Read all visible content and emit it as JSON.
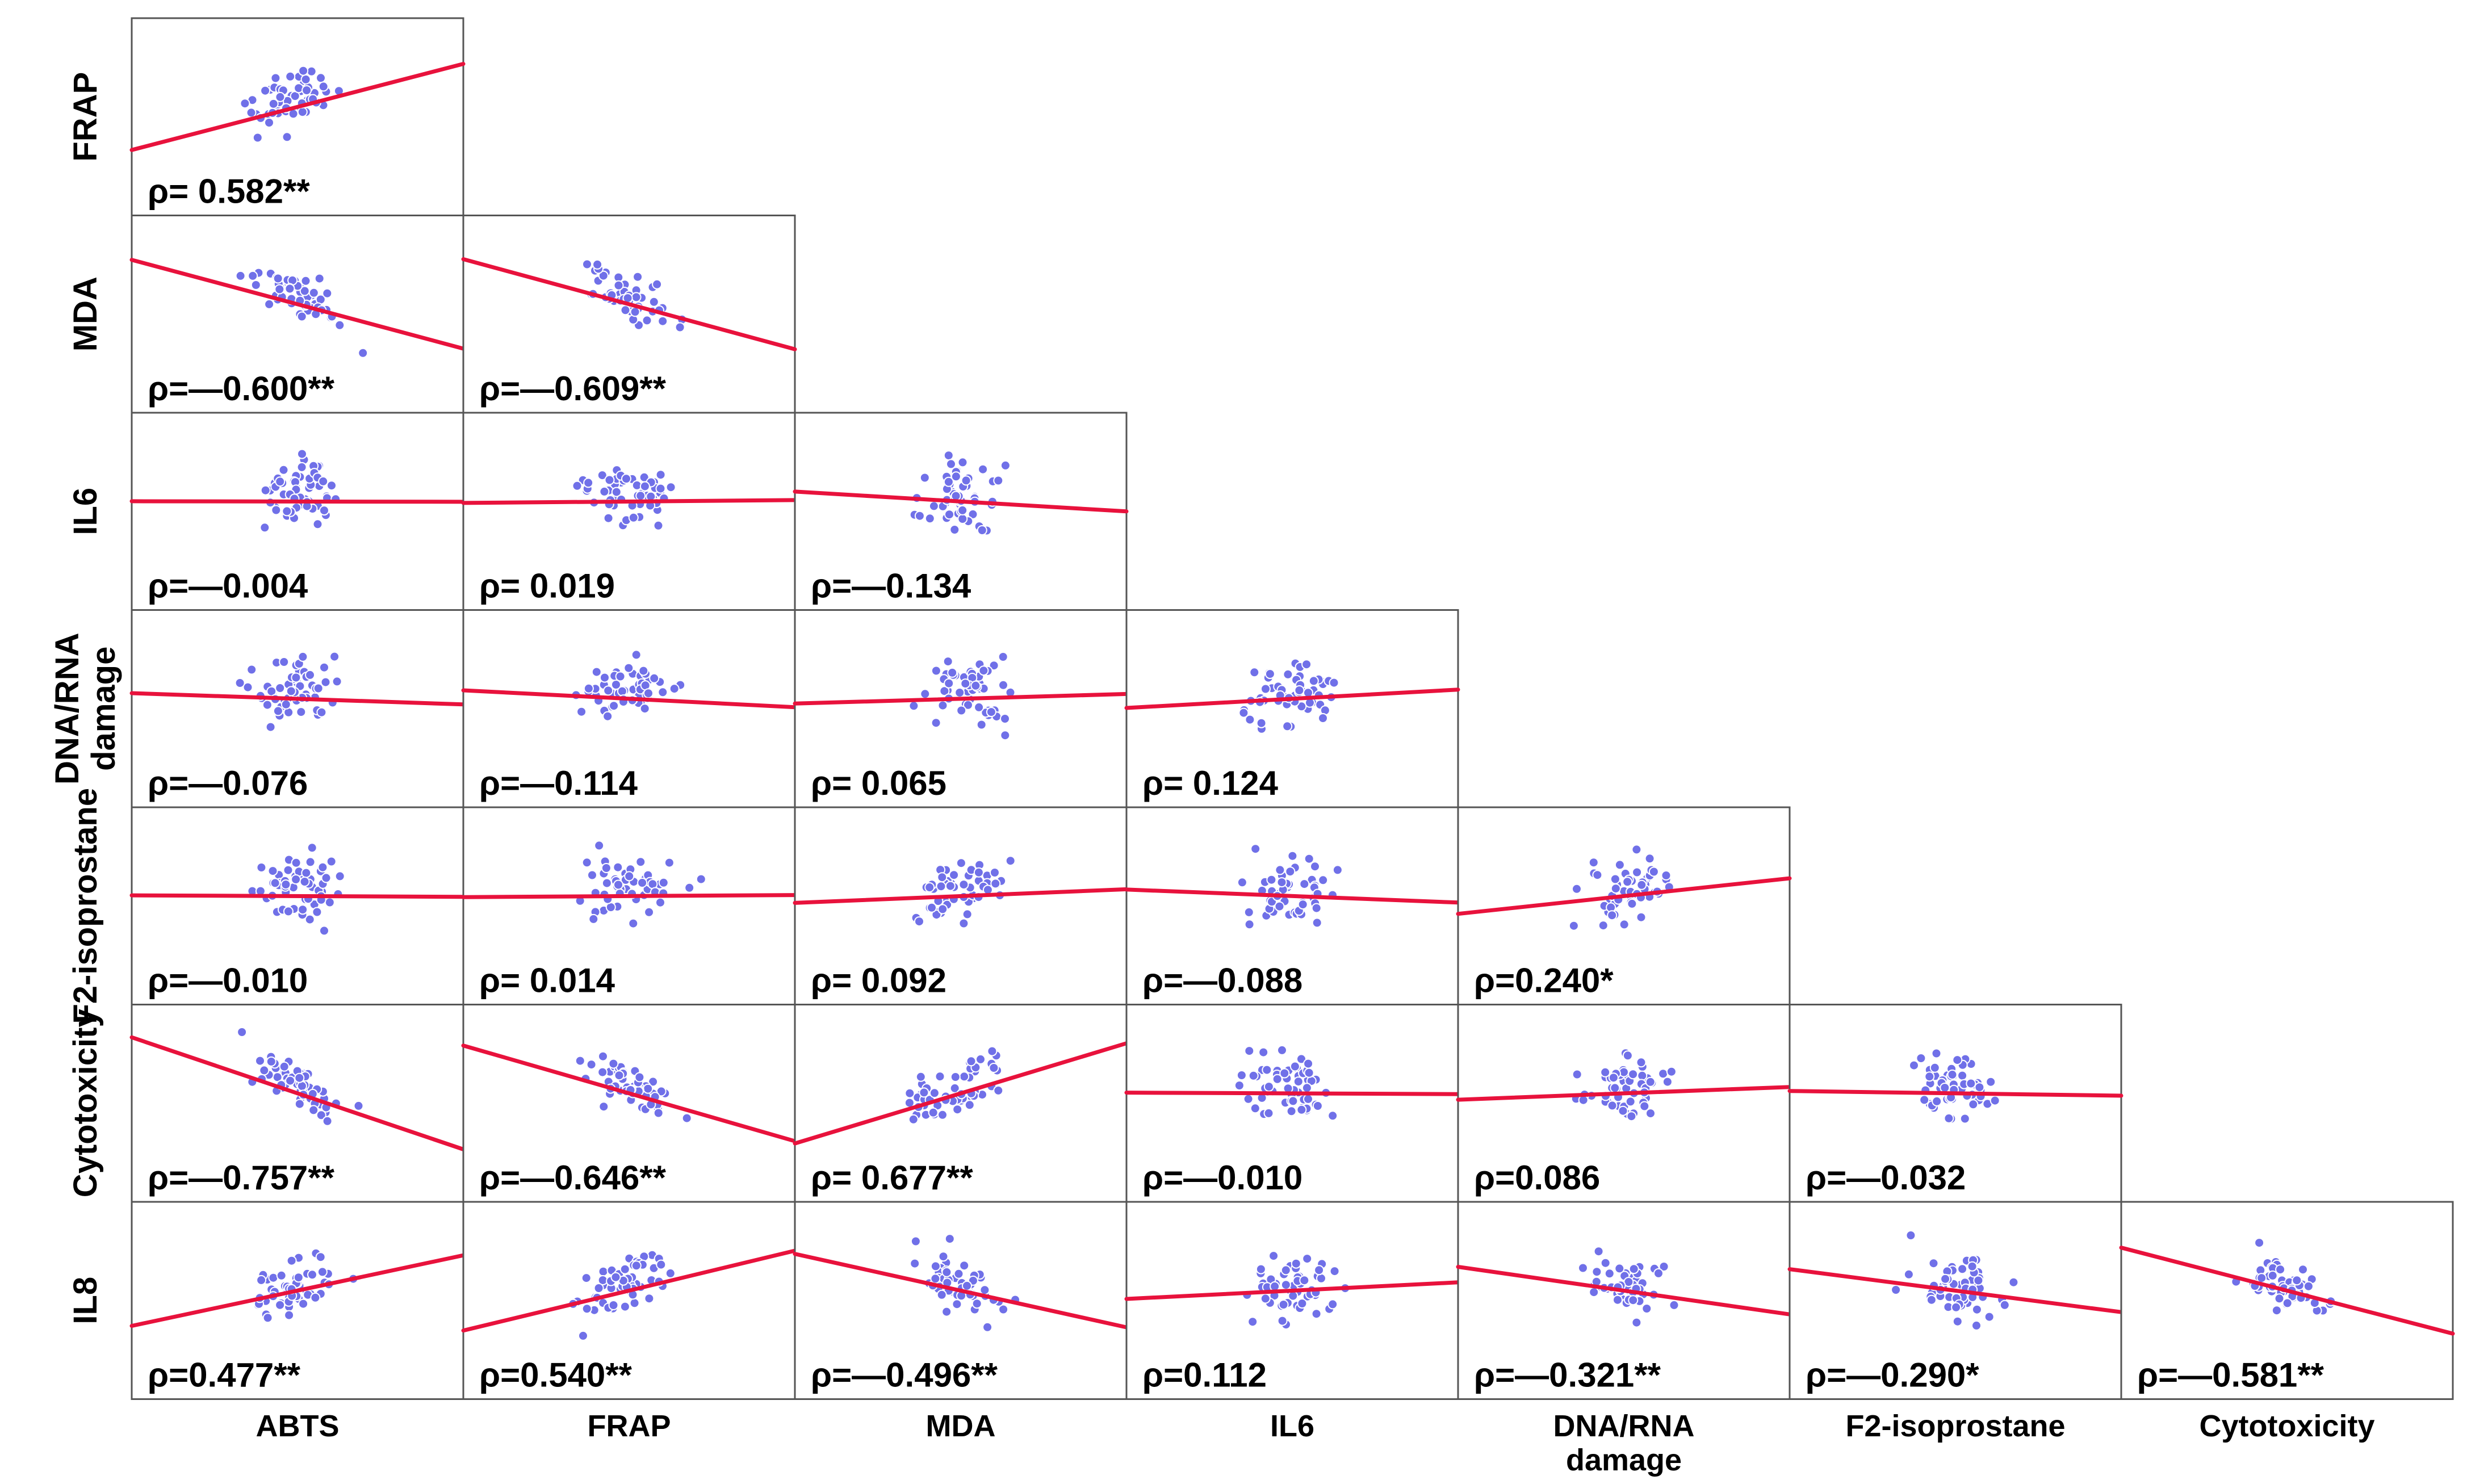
{
  "colors": {
    "point": "#7070e8",
    "point_edge": "#ffffff",
    "fit_line": "#e8123c",
    "frame": "#555555"
  },
  "chart_data": {
    "type": "scatter",
    "layout": "lower-triangular scatter matrix with red regression lines",
    "x_variables": [
      "ABTS",
      "FRAP",
      "MDA",
      "IL6",
      "DNA/RNA damage",
      "F2-isoprostane",
      "Cytotoxicity"
    ],
    "y_variables": [
      "FRAP",
      "MDA",
      "IL6",
      "DNA/RNA damage",
      "F2-isoprostane",
      "Cytotoxicity",
      "IL8"
    ],
    "row_labels": [
      [
        "FRAP"
      ],
      [
        "MDA"
      ],
      [
        "IL6"
      ],
      [
        "DNA/RNA",
        "damage"
      ],
      [
        "F2-isoprostane"
      ],
      [
        "Cytotoxicity"
      ],
      [
        "IL8"
      ]
    ],
    "column_labels": [
      [
        "ABTS"
      ],
      [
        "FRAP"
      ],
      [
        "MDA"
      ],
      [
        "IL6"
      ],
      [
        "DNA/RNA",
        "damage"
      ],
      [
        "F2-isoprostane"
      ],
      [
        "Cytotoxicity"
      ]
    ],
    "correlations": [
      [
        {
          "x": "ABTS",
          "rho": 0.582,
          "label": "ρ= 0.582**"
        }
      ],
      [
        {
          "x": "ABTS",
          "rho": -0.6,
          "label": "ρ=—0.600**"
        },
        {
          "x": "FRAP",
          "rho": -0.609,
          "label": "ρ=—0.609**"
        }
      ],
      [
        {
          "x": "ABTS",
          "rho": -0.004,
          "label": "ρ=—0.004"
        },
        {
          "x": "FRAP",
          "rho": 0.019,
          "label": "ρ= 0.019"
        },
        {
          "x": "MDA",
          "rho": -0.134,
          "label": "ρ=—0.134"
        }
      ],
      [
        {
          "x": "ABTS",
          "rho": -0.076,
          "label": "ρ=—0.076"
        },
        {
          "x": "FRAP",
          "rho": -0.114,
          "label": "ρ=—0.114"
        },
        {
          "x": "MDA",
          "rho": 0.065,
          "label": "ρ= 0.065"
        },
        {
          "x": "IL6",
          "rho": 0.124,
          "label": "ρ= 0.124"
        }
      ],
      [
        {
          "x": "ABTS",
          "rho": -0.01,
          "label": "ρ=—0.010"
        },
        {
          "x": "FRAP",
          "rho": 0.014,
          "label": "ρ= 0.014"
        },
        {
          "x": "MDA",
          "rho": 0.092,
          "label": "ρ= 0.092"
        },
        {
          "x": "IL6",
          "rho": -0.088,
          "label": "ρ=—0.088"
        },
        {
          "x": "DNA/RNA damage",
          "rho": 0.24,
          "label": "ρ=0.240*"
        }
      ],
      [
        {
          "x": "ABTS",
          "rho": -0.757,
          "label": "ρ=—0.757**"
        },
        {
          "x": "FRAP",
          "rho": -0.646,
          "label": "ρ=—0.646**"
        },
        {
          "x": "MDA",
          "rho": 0.677,
          "label": "ρ= 0.677**"
        },
        {
          "x": "IL6",
          "rho": -0.01,
          "label": "ρ=—0.010"
        },
        {
          "x": "DNA/RNA damage",
          "rho": 0.086,
          "label": "ρ=0.086"
        },
        {
          "x": "F2-isoprostane",
          "rho": -0.032,
          "label": "ρ=—0.032"
        }
      ],
      [
        {
          "x": "ABTS",
          "rho": 0.477,
          "label": "ρ=0.477**"
        },
        {
          "x": "FRAP",
          "rho": 0.54,
          "label": "ρ=0.540**"
        },
        {
          "x": "MDA",
          "rho": -0.496,
          "label": "ρ=—0.496**"
        },
        {
          "x": "IL6",
          "rho": 0.112,
          "label": "ρ=0.112"
        },
        {
          "x": "DNA/RNA damage",
          "rho": -0.321,
          "label": "ρ=—0.321**"
        },
        {
          "x": "F2-isoprostane",
          "rho": -0.29,
          "label": "ρ=—0.290*"
        },
        {
          "x": "Cytotoxicity",
          "rho": -0.581,
          "label": "ρ=—0.581**"
        }
      ]
    ]
  }
}
